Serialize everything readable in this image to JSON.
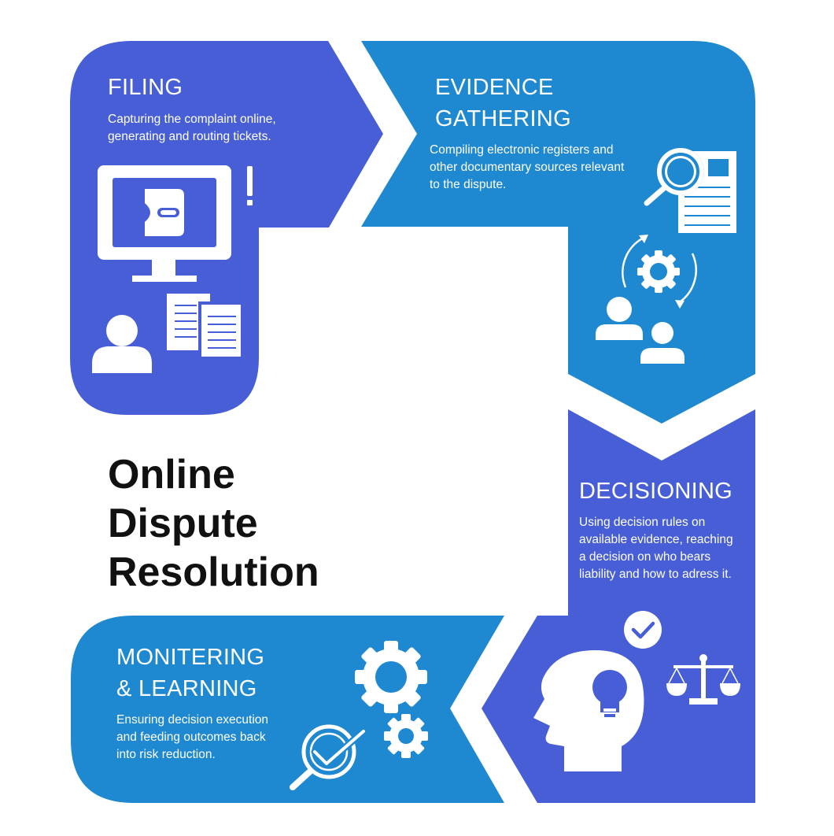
{
  "colors": {
    "purple": "#475ED6",
    "blue": "#1E88D0",
    "white": "#FFFFFF",
    "title": "#111111"
  },
  "main_title": "Online\nDispute\nResolution",
  "stages": {
    "filing": {
      "heading": "FILING",
      "description": "Capturing the complaint online,\ngenerating and routing tickets.",
      "icons": [
        "computer-monitor-icon",
        "exclamation-icon",
        "user-icon",
        "documents-icon"
      ]
    },
    "evidence": {
      "heading": "EVIDENCE\nGATHERING",
      "description": "Compiling electronic registers and\nother documentary sources relevant\nto the dispute.",
      "icons": [
        "magnifier-document-icon",
        "gear-cycle-icon",
        "people-icon"
      ]
    },
    "decisioning": {
      "heading": "DECISIONING",
      "description": "Using decision rules on\navailable evidence, reaching\na decision on who bears\nliability and how to adress it.",
      "icons": [
        "head-lightbulb-icon",
        "check-badge-icon",
        "scales-icon"
      ]
    },
    "monitoring": {
      "heading": "MONITERING\n& LEARNING",
      "description": "Ensuring decision execution\nand feeding outcomes back\ninto risk reduction.",
      "icons": [
        "gears-icon",
        "magnifier-check-icon"
      ]
    }
  }
}
